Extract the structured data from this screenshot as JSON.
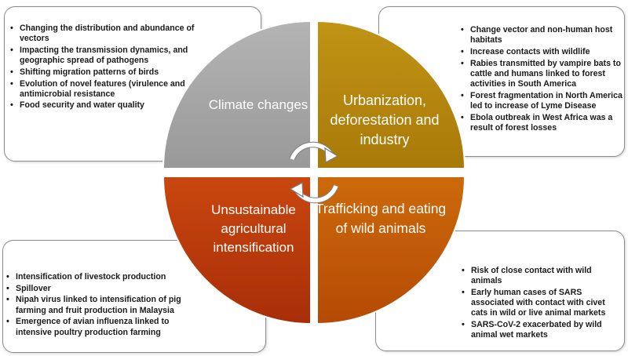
{
  "quadrants": {
    "top_left": {
      "title": "Climate changes",
      "color": "#a6a6a6",
      "bullets": [
        "Changing  the distribution and abundance of vectors",
        "Impacting the transmission dynamics, and geographic spread of pathogens",
        "Shifting migration patterns of birds",
        "Evolution of novel features (virulence and antimicrobial resistance",
        "Food security and water quality"
      ]
    },
    "top_right": {
      "title": "Urbanization, deforestation and industry",
      "color": "#b8870f",
      "bullets": [
        "Change vector and non-human host habitats",
        "Increase contacts with wildlife",
        "Rabies transmitted by vampire bats to cattle and humans linked to forest activities in South America",
        "Forest fragmentation in North America led to increase of Lyme Disease",
        "Ebola outbreak in West Africa was a result of forest losses"
      ]
    },
    "bottom_left": {
      "title": "Unsustainable agricultural intensification",
      "color": "#b8380a",
      "bullets": [
        "Intensification of livestock production",
        "Spillover",
        "Nipah virus linked to intensification of pig farming and fruit production in Malaysia",
        "Emergence of avian influenza linked to intensive poultry production farming"
      ]
    },
    "bottom_right": {
      "title": "Trafficking and eating of wild animals",
      "color": "#c25606",
      "bullets": [
        "Risk of close contact with wild animals",
        "Early human cases of SARS associated with contact with civet cats in wild or live animal markets",
        "SARS-CoV-2  exacerbated by wild animal wet markets"
      ]
    }
  }
}
